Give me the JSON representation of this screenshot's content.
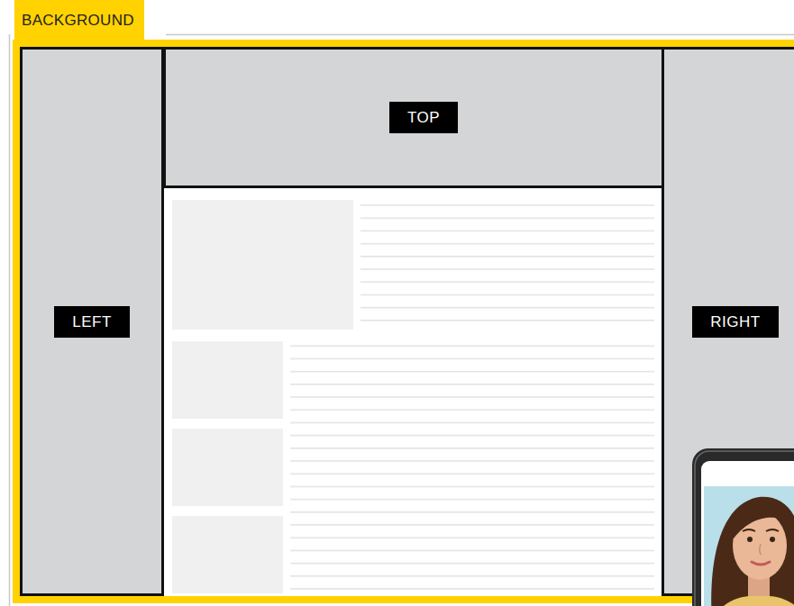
{
  "diagram": {
    "nodes": [
      {
        "text": [
          "BACKGROUND"
        ]
      },
      {
        "text": [
          "TOP"
        ],
        "in": 0
      },
      {
        "text": [
          "LEFT"
        ],
        "in": 0
      },
      {
        "text": [
          "RIGHT"
        ],
        "in": 0
      }
    ]
  }
}
